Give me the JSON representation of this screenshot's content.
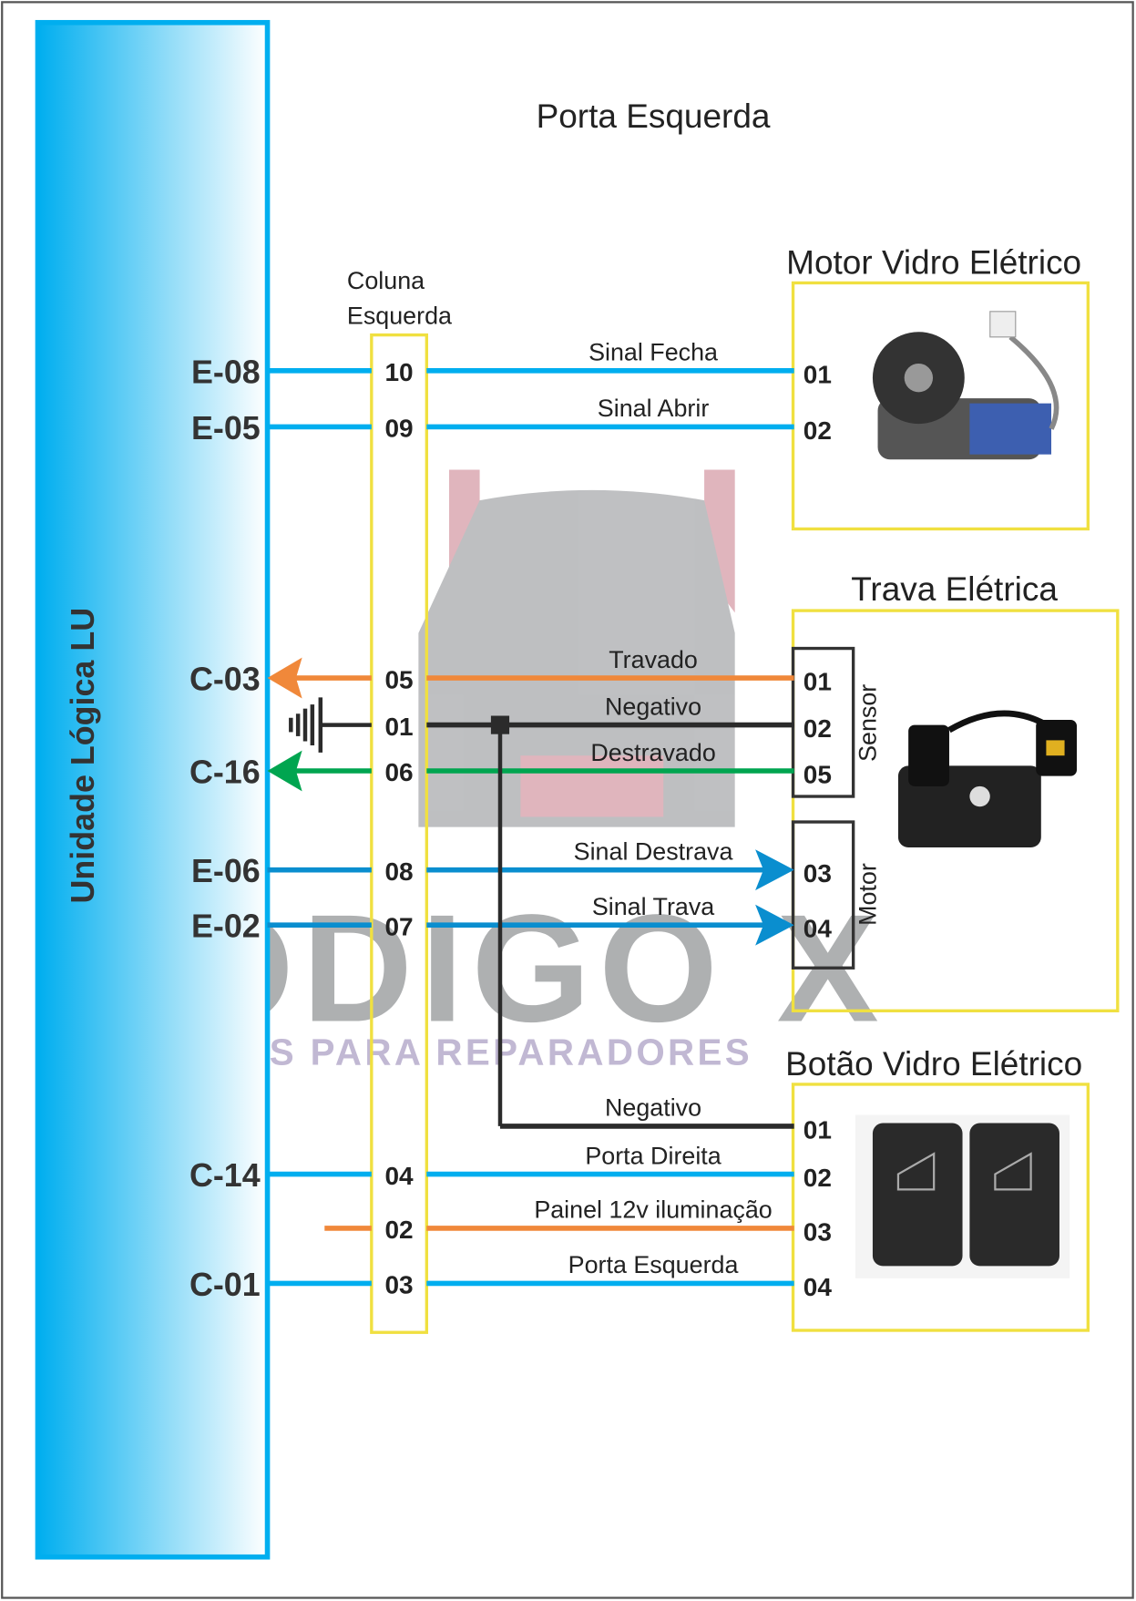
{
  "title": "Porta Esquerda",
  "ecu": {
    "label": "Unidade Lógica LU"
  },
  "column": {
    "label_line1": "Coluna",
    "label_line2": "Esquerda"
  },
  "watermark": {
    "brand": "CÓDIGO X",
    "tagline": "SOLUÇÕES PARA REPARADORES"
  },
  "colors": {
    "signal": "#00aeef",
    "signal_dark": "#0a8ecf",
    "orange": "#f0883a",
    "green": "#00a550",
    "ground": "#2b2b2b",
    "box": "#f0e040"
  },
  "components": {
    "motor_vidro": {
      "title": "Motor Vidro Elétrico"
    },
    "trava": {
      "title": "Trava Elétrica",
      "sensor_label": "Sensor",
      "motor_label": "Motor"
    },
    "botao": {
      "title": "Botão Vidro Elétrico"
    }
  },
  "wires": [
    {
      "ecu_pin": "E-08",
      "column_pin": "10",
      "label": "Sinal Fecha",
      "component_pin": "01"
    },
    {
      "ecu_pin": "E-05",
      "column_pin": "09",
      "label": "Sinal Abrir",
      "component_pin": "02"
    },
    {
      "ecu_pin": "C-03",
      "column_pin": "05",
      "label": "Travado",
      "component_pin": "01"
    },
    {
      "ecu_pin": "",
      "column_pin": "01",
      "label": "Negativo",
      "component_pin": "02"
    },
    {
      "ecu_pin": "C-16",
      "column_pin": "06",
      "label": "Destravado",
      "component_pin": "05"
    },
    {
      "ecu_pin": "E-06",
      "column_pin": "08",
      "label": "Sinal Destrava",
      "component_pin": "03"
    },
    {
      "ecu_pin": "E-02",
      "column_pin": "07",
      "label": "Sinal Trava",
      "component_pin": "04"
    },
    {
      "ecu_pin": "",
      "column_pin": "",
      "label": "Negativo",
      "component_pin": "01"
    },
    {
      "ecu_pin": "C-14",
      "column_pin": "04",
      "label": "Porta Direita",
      "component_pin": "02"
    },
    {
      "ecu_pin": "",
      "column_pin": "02",
      "label": "Painel 12v iluminação",
      "component_pin": "03"
    },
    {
      "ecu_pin": "C-01",
      "column_pin": "03",
      "label": "Porta Esquerda",
      "component_pin": "04"
    }
  ]
}
